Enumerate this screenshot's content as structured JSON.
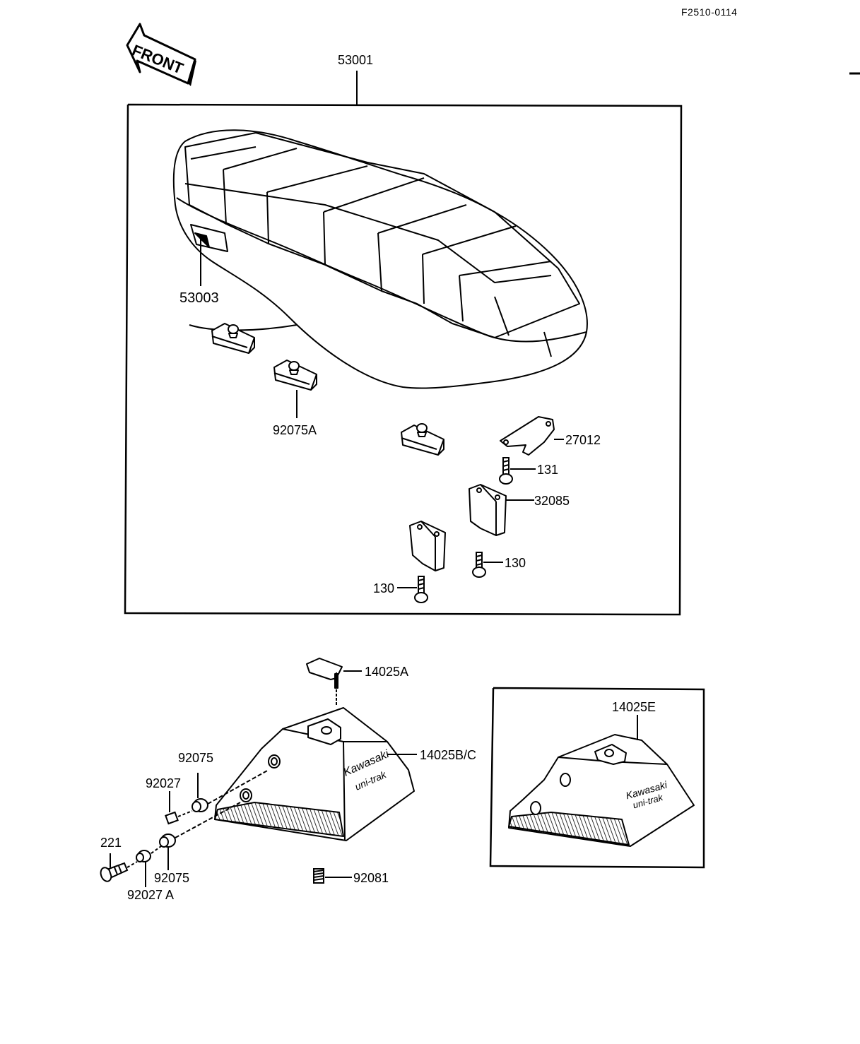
{
  "drawing_code": "F2510-0114",
  "front_arrow": {
    "text": "FRONT"
  },
  "logo": {
    "line1": "Kawasaki",
    "line2": "uni-trak"
  },
  "parts": {
    "p53001": "53001",
    "p53003": "53003",
    "p92075A": "92075A",
    "p27012": "27012",
    "p131": "131",
    "p32085": "32085",
    "p130a": "130",
    "p130b": "130",
    "p14025A": "14025A",
    "p14025BC": "14025B/C",
    "p14025E": "14025E",
    "p92075a": "92075",
    "p92075b": "92075",
    "p92027": "92027",
    "p92027A": "92027 A",
    "p221": "221",
    "p92081": "92081"
  }
}
